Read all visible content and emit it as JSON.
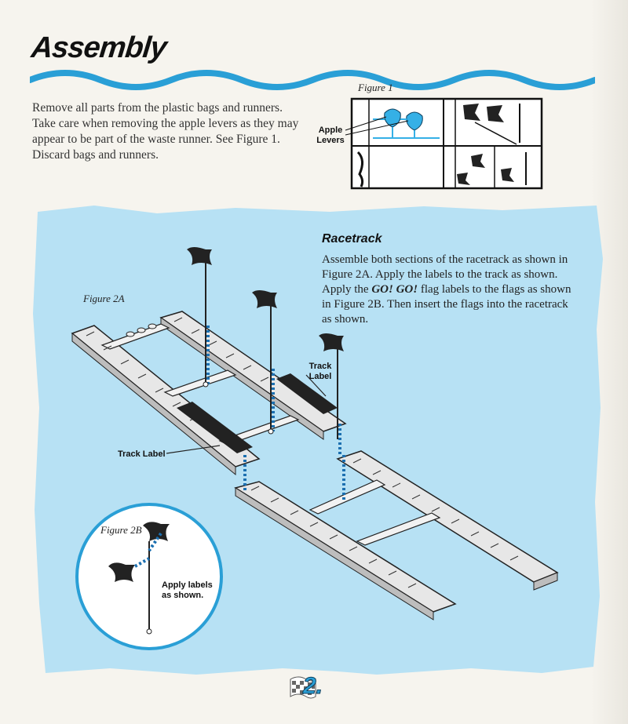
{
  "heading": "Assembly",
  "intro": "Remove all parts from the plastic bags and runners. Take care when removing the apple levers as they may appear to be part of the waste runner. See Figure 1. Discard bags and runners.",
  "figure1": {
    "caption": "Figure 1",
    "callout_line1": "Apple",
    "callout_line2": "Levers"
  },
  "racetrack": {
    "title": "Racetrack",
    "text_part1": "Assemble both sections of the racetrack as shown in Figure 2A. Apply the labels to the track as shown. Apply the ",
    "text_emphasis": "GO! GO!",
    "text_part2": " flag labels to the flags as shown in Figure 2B. Then insert the flags into the racetrack as shown."
  },
  "figure2a": {
    "caption": "Figure 2A",
    "track_label_upper_line1": "Track",
    "track_label_upper_line2": "Label",
    "track_label_lower": "Track Label"
  },
  "figure2b": {
    "caption": "Figure 2B",
    "callout_line1": "Apply labels",
    "callout_line2": "as shown."
  },
  "page_number": "2.",
  "colors": {
    "accent_blue": "#2a9fd6",
    "panel_blue": "#b7e1f4",
    "highlight_blue": "#35b0e6"
  }
}
